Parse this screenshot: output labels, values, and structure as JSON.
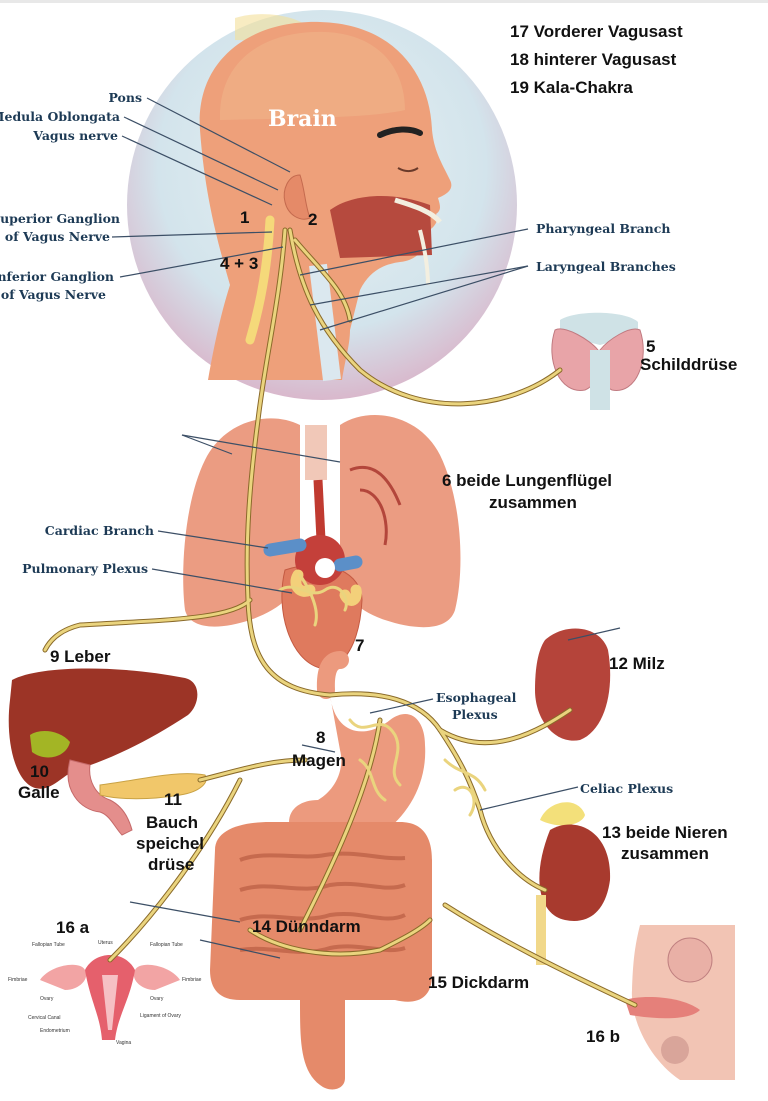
{
  "legend": {
    "item17": "17 Vorderer Vagusast",
    "item18": "18 hinterer Vagusast",
    "item19": "19 Kala-Chakra"
  },
  "head": {
    "brain": "Brain",
    "pons": "Pons",
    "medulla": "Medula Oblongata",
    "vagus": "Vagus nerve",
    "superior_ganglion_1": "Superior Ganglion",
    "superior_ganglion_2": "of Vagus Nerve",
    "inferior_ganglion_1": "Inferior Ganglion",
    "inferior_ganglion_2": "of Vagus Nerve",
    "pharyngeal": "Pharyngeal Branch",
    "laryngeal": "Laryngeal Branches",
    "n1": "1",
    "n2": "2",
    "n43": "4 + 3"
  },
  "organs": {
    "n5": "5",
    "schilddruese": "Schilddrüse",
    "lungs_1": "6 beide Lungenflügel",
    "lungs_2": "zusammen",
    "cardiac": "Cardiac Branch",
    "pulmonary": "Pulmonary Plexus",
    "n7": "7",
    "leber": "9 Leber",
    "milz": "12 Milz",
    "esophageal_1": "Esophageal",
    "esophageal_2": "Plexus",
    "n8": "8",
    "magen": "Magen",
    "n10": "10",
    "galle": "Galle",
    "n11": "11",
    "bauch_1": "Bauch",
    "bauch_2": "speichel",
    "bauch_3": "drüse",
    "celiac": "Celiac Plexus",
    "nieren_1": "13 beide Nieren",
    "nieren_2": "zusammen",
    "n16a": "16 a",
    "duenndarm": "14 Dünndarm",
    "dickdarm": "15 Dickdarm",
    "n16b": "16 b"
  },
  "uterus": {
    "fallopian_left": "Fallopian Tube",
    "uterus": "Uterus",
    "fallopian_right": "Fallopian Tube",
    "fimbriae_left": "Fimbriae",
    "fimbriae_right": "Fimbriae",
    "ovary_left": "Ovary",
    "ovary_right": "Ovary",
    "cervical": "Cervical Canal",
    "ligament": "Ligament of Ovary",
    "endometrium": "Endometrium",
    "vagina": "Vagina"
  },
  "colors": {
    "nerve": "#e8cf7a",
    "nerve_outline": "#8a6a2a",
    "skin": "#eea07a",
    "organ": "#e9927a",
    "liver": "#9c3426",
    "label_blue": "#1d3a55",
    "circle_blue": "#cfe6ee"
  }
}
